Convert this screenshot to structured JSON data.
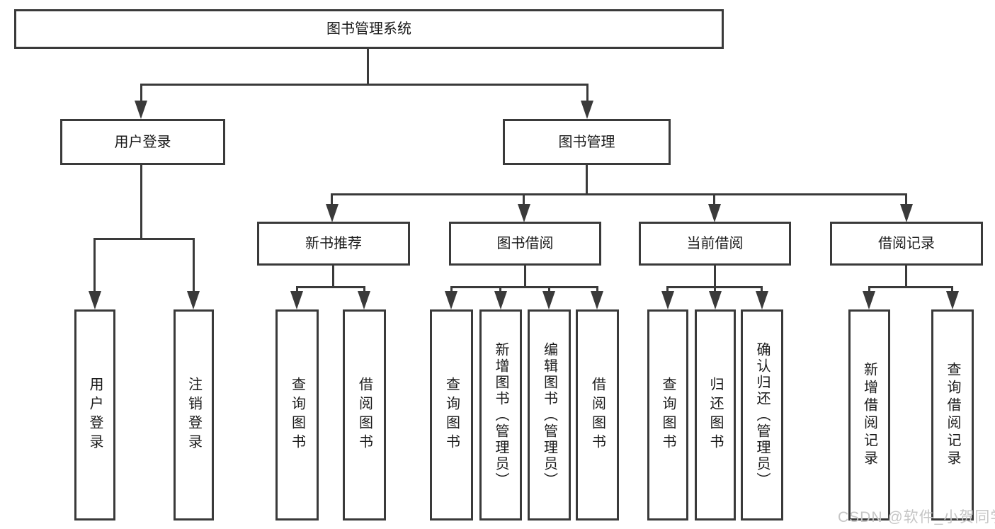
{
  "tree": {
    "root": {
      "label": "图书管理系统"
    },
    "branches": [
      {
        "label": "用户登录",
        "children": [
          {
            "label": "用户登录"
          },
          {
            "label": "注销登录"
          }
        ]
      },
      {
        "label": "图书管理",
        "children": [
          {
            "label": "新书推荐",
            "children": [
              {
                "label": "查询图书"
              },
              {
                "label": "借阅图书"
              }
            ]
          },
          {
            "label": "图书借阅",
            "children": [
              {
                "label": "查询图书"
              },
              {
                "label": "新增图书（管理员）"
              },
              {
                "label": "编辑图书（管理员）"
              },
              {
                "label": "借阅图书"
              }
            ]
          },
          {
            "label": "当前借阅",
            "children": [
              {
                "label": "查询图书"
              },
              {
                "label": "归还图书"
              },
              {
                "label": "确认归还（管理员）"
              }
            ]
          },
          {
            "label": "借阅记录",
            "children": [
              {
                "label": "新增借阅记录"
              },
              {
                "label": "查询借阅记录"
              }
            ]
          }
        ]
      }
    ]
  },
  "watermark": {
    "text": "CSDN @软件_小贺同学",
    "color": "#c6c6c6"
  },
  "colors": {
    "line": "#3a3a3a",
    "text": "#1a1a1a",
    "node_fill": "#ffffff",
    "background": "#ffffff"
  }
}
